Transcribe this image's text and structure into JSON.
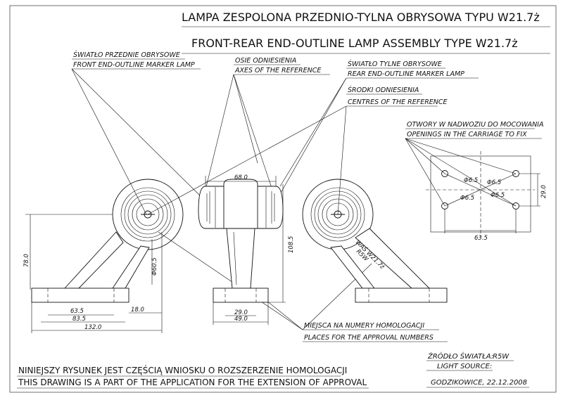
{
  "title": {
    "pl": "LAMPA  ZESPOLONA  PRZEDNIO-TYLNA OBRYSOWA TYPU W21.7ż",
    "en": "FRONT-REAR END-OUTLINE LAMP ASSEMBLY TYPE W21.7ż"
  },
  "labels": {
    "front_pl": "ŚWIATŁO PRZEDNIE OBRYSOWE",
    "front_en": "FRONT END-OUTLINE MARKER LAMP",
    "axes_pl": "OSIE ODNIESIENIA",
    "axes_en": "AXES OF THE REFERENCE",
    "rear_pl": "ŚWIATŁO TYLNE OBRYSOWE",
    "rear_en": "REAR END-OUTLINE MARKER LAMP",
    "centres_pl": "ŚRODKI ODNIESIENIA",
    "centres_en": "CENTRES OF THE REFERENCE",
    "openings_pl": "OTWORY W NADWOZIU DO MOCOWANIA",
    "openings_en": "OPENINGS IN THE CARRIAGE TO FIX",
    "approval_pl": "MIEJSCA NA NUMERY HOMOLOGACJI",
    "approval_en": "PLACES FOR THE APPROVAL NUMBERS"
  },
  "dimensions": {
    "d_63_5_left": "63.5",
    "d_83_5": "83.5",
    "d_132": "132.0",
    "d_18": "18.0",
    "d_78": "78.0",
    "d_phi60_5": "Φ60.5",
    "d_68": "68.0",
    "d_108_5": "108.5",
    "d_29": "29.0",
    "d_49": "49.0",
    "d_phi6_5_a": "Φ6.5",
    "d_phi6_5_b": "Φ6.5",
    "d_phi6_5_c": "Φ6.5",
    "d_phi6_5_d": "Φ6.5",
    "d_63_5_holes": "63.5",
    "d_29_holes": "29.0"
  },
  "marking": {
    "line1": "WAŚ W21.7ż",
    "line2": "R5W"
  },
  "footer": {
    "pl": "NINIEJSZY RYSUNEK JEST CZĘŚCIĄ WNIOSKU O ROZSZERZENIE HOMOLOGACJI",
    "en": "THIS DRAWING IS A PART OF THE APPLICATION FOR THE EXTENSION OF APPROVAL"
  },
  "source": {
    "label_pl": "ŹRÓDŁO ŚWIATŁA:",
    "value": "R5W",
    "label_en": "LIGHT SOURCE:",
    "place_date": "GODZIKOWICE, 22.12.2008"
  }
}
